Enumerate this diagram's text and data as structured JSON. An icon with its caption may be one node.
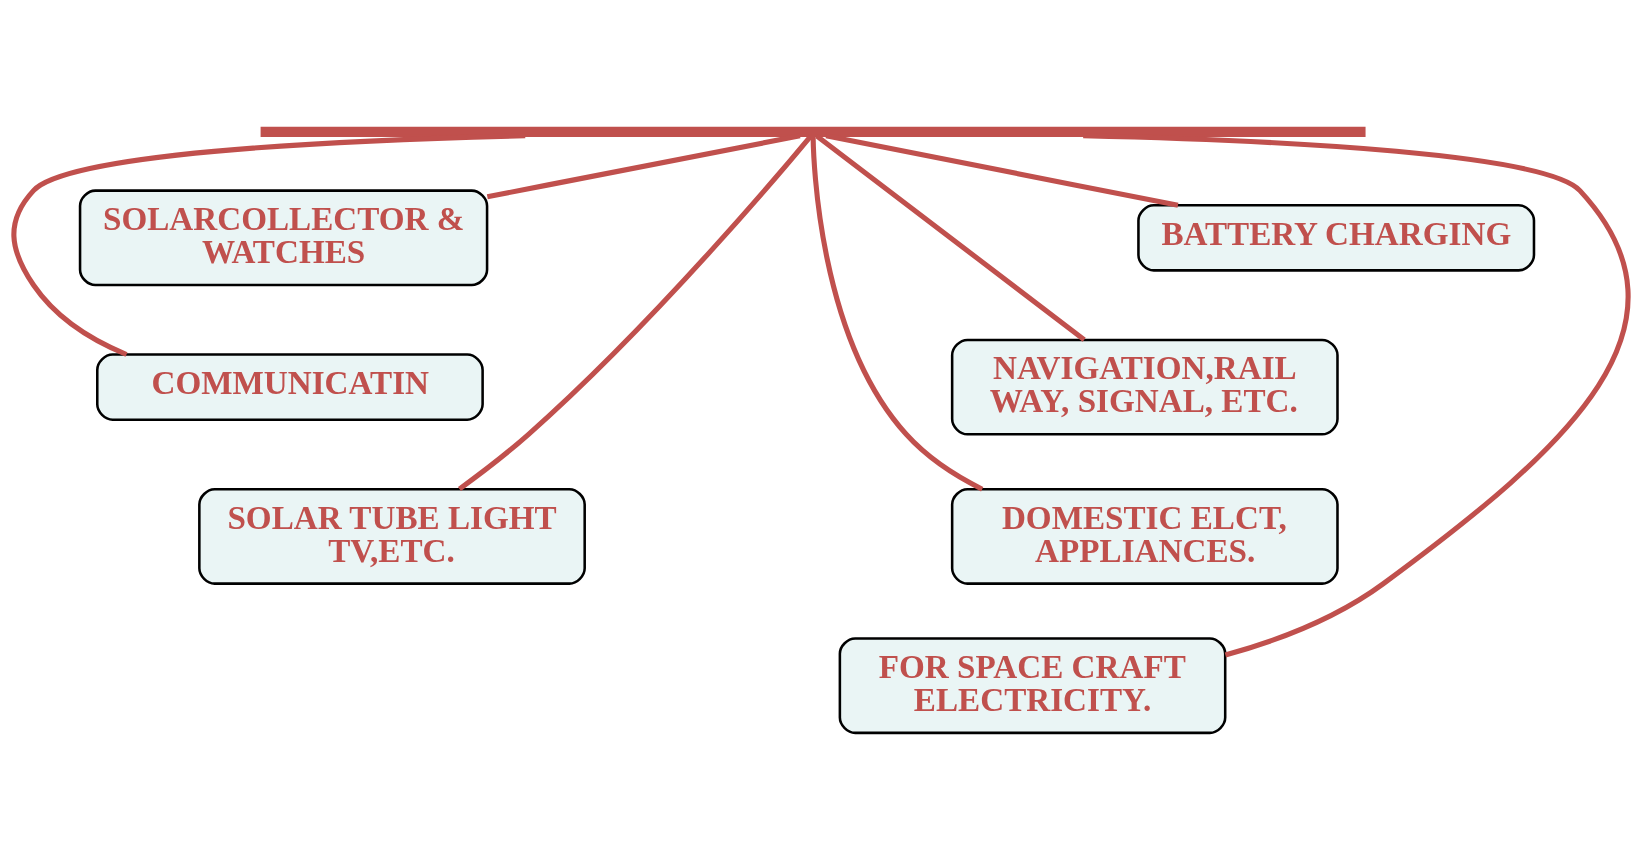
{
  "diagram": {
    "nodes": [
      {
        "text": [],
        "shape": "bar"
      },
      {
        "text": [
          "SOLARCOLLECTOR & WATCHES"
        ]
      },
      {
        "text": [
          "BATTERY CHARGING"
        ]
      },
      {
        "text": [
          "COMMUNICATIN"
        ]
      },
      {
        "text": [
          "NAVIGATION,RAIL WAY, SIGNAL, ETC."
        ]
      },
      {
        "text": [
          "SOLAR TUBE LIGHT TV,ETC."
        ]
      },
      {
        "text": [
          "DOMESTIC ELCT, APPLIANCES."
        ]
      },
      {
        "text": [
          "FOR SPACE CRAFT ELECTRICITY."
        ]
      }
    ],
    "edges": [
      {
        "from": 0,
        "to": 1,
        "arrow": "none"
      },
      {
        "from": 0,
        "to": 2,
        "arrow": "none"
      },
      {
        "from": 0,
        "to": 3,
        "arrow": "none"
      },
      {
        "from": 0,
        "to": 4,
        "arrow": "none"
      },
      {
        "from": 0,
        "to": 5,
        "arrow": "none"
      },
      {
        "from": 0,
        "to": 6,
        "arrow": "none"
      },
      {
        "from": 0,
        "to": 7,
        "arrow": "none"
      }
    ]
  }
}
